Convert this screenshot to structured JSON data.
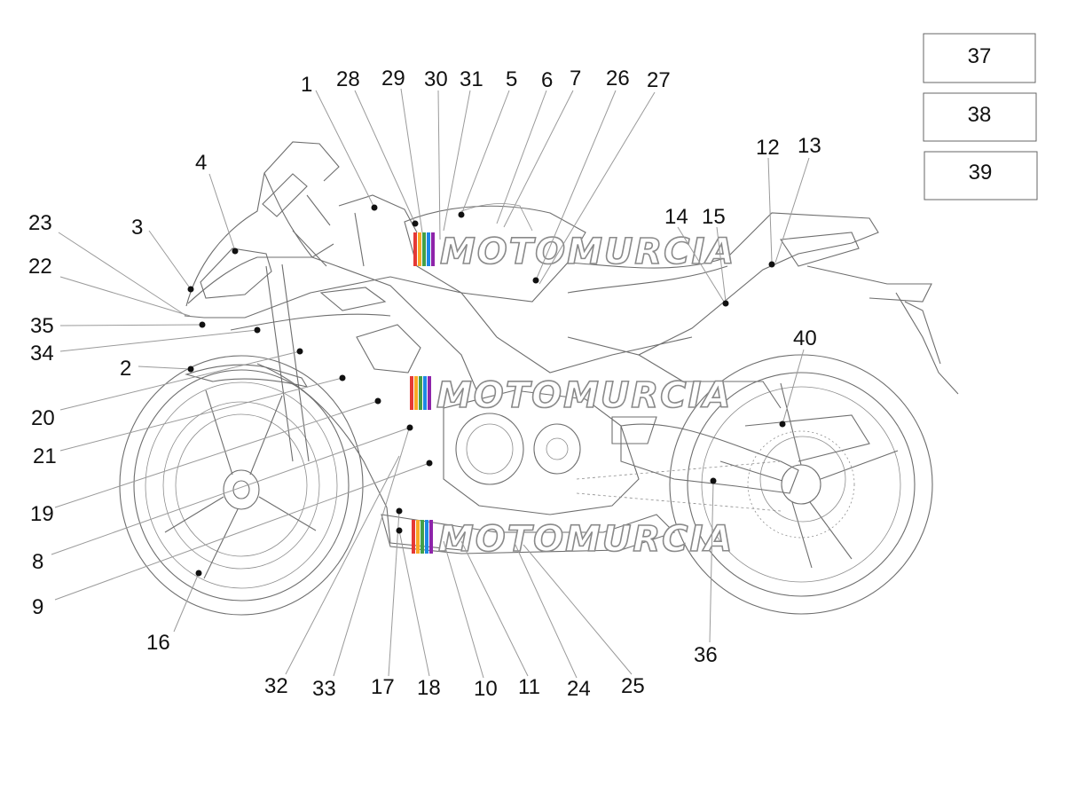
{
  "callouts": [
    {
      "id": "1",
      "text": "1"
    },
    {
      "id": "2",
      "text": "2"
    },
    {
      "id": "3",
      "text": "3"
    },
    {
      "id": "4",
      "text": "4"
    },
    {
      "id": "5",
      "text": "5"
    },
    {
      "id": "6",
      "text": "6"
    },
    {
      "id": "7",
      "text": "7"
    },
    {
      "id": "8",
      "text": "8"
    },
    {
      "id": "9",
      "text": "9"
    },
    {
      "id": "10",
      "text": "10"
    },
    {
      "id": "11",
      "text": "11"
    },
    {
      "id": "12",
      "text": "12"
    },
    {
      "id": "13",
      "text": "13"
    },
    {
      "id": "14",
      "text": "14"
    },
    {
      "id": "15",
      "text": "15"
    },
    {
      "id": "16",
      "text": "16"
    },
    {
      "id": "17",
      "text": "17"
    },
    {
      "id": "18",
      "text": "18"
    },
    {
      "id": "19",
      "text": "19"
    },
    {
      "id": "20",
      "text": "20"
    },
    {
      "id": "21",
      "text": "21"
    },
    {
      "id": "22",
      "text": "22"
    },
    {
      "id": "23",
      "text": "23"
    },
    {
      "id": "24",
      "text": "24"
    },
    {
      "id": "25",
      "text": "25"
    },
    {
      "id": "26",
      "text": "26"
    },
    {
      "id": "27",
      "text": "27"
    },
    {
      "id": "28",
      "text": "28"
    },
    {
      "id": "29",
      "text": "29"
    },
    {
      "id": "30",
      "text": "30"
    },
    {
      "id": "31",
      "text": "31"
    },
    {
      "id": "32",
      "text": "32"
    },
    {
      "id": "33",
      "text": "33"
    },
    {
      "id": "34",
      "text": "34"
    },
    {
      "id": "35",
      "text": "35"
    },
    {
      "id": "36",
      "text": "36"
    },
    {
      "id": "40",
      "text": "40"
    }
  ],
  "boxed_items": [
    {
      "id": "37",
      "text": "37"
    },
    {
      "id": "38",
      "text": "38"
    },
    {
      "id": "39",
      "text": "39"
    }
  ],
  "watermark": {
    "text": "MOTOMURCIA",
    "stripe_colors": [
      "#e53935",
      "#f9a825",
      "#43a047",
      "#1e88e5",
      "#8e24aa"
    ]
  },
  "colors": {
    "line": "#6e6e6e",
    "callout_text": "#111111",
    "background": "#ffffff"
  }
}
